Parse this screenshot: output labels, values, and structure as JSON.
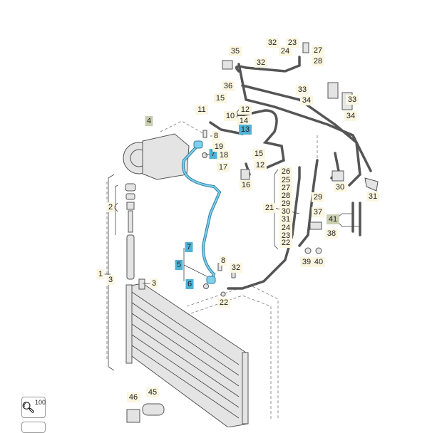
{
  "diagram": {
    "labels": {
      "l35": "35",
      "l36": "36",
      "l32a": "32",
      "l24a": "24",
      "l23a": "23",
      "l27a": "27",
      "l28a": "28",
      "l32b": "32",
      "l33a": "33",
      "l34a": "34",
      "l33b": "33",
      "l34b": "34",
      "l15a": "15",
      "l11": "11",
      "l12a": "12",
      "l10": "10",
      "l14": "14",
      "l13": "13",
      "l4": "4",
      "l8a": "8",
      "l7a": "7",
      "l19": "19",
      "l18": "18",
      "l15b": "15",
      "l17": "17",
      "l12b": "12",
      "l16": "16",
      "l26": "26",
      "l25": "25",
      "l27b": "27",
      "l28b": "28",
      "l29a": "29",
      "l30a": "30",
      "l31a": "31",
      "l21": "21",
      "l24b": "24",
      "l23b": "23",
      "l22a": "22",
      "l29b": "29",
      "l30b": "30",
      "l31b": "31",
      "l37": "37",
      "l41": "41",
      "l38": "38",
      "l39": "39",
      "l40": "40",
      "l2": "2",
      "l1": "1",
      "l3a": "3",
      "l3b": "3",
      "l7b": "7",
      "l5": "5",
      "l6": "6",
      "l8b": "8",
      "l32c": "32",
      "l22b": "22",
      "l46": "46",
      "l45": "45"
    },
    "highlight_color": "#4fb3d6"
  },
  "toolbar": {
    "zoom_label": "100"
  }
}
